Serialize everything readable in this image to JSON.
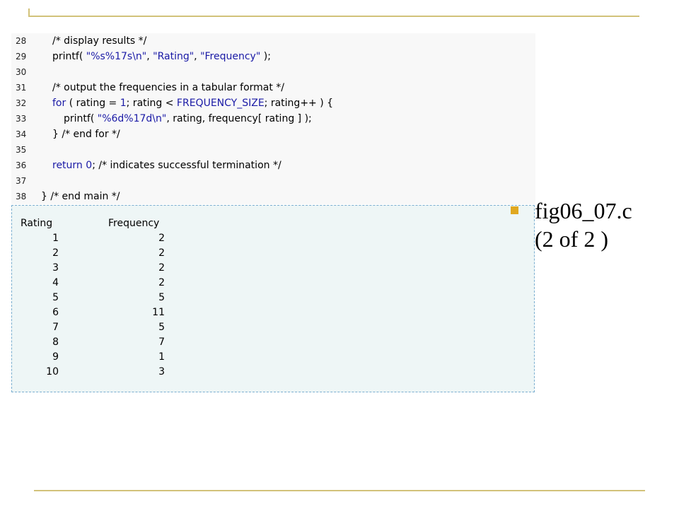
{
  "code_lines": [
    {
      "num": "28",
      "parts": [
        [
          "cm",
          "/* display results */"
        ]
      ],
      "indent": 1
    },
    {
      "num": "29",
      "parts": [
        [
          "",
          "printf( "
        ],
        [
          "str",
          "\"%s%17s\\n\""
        ],
        [
          "",
          ", "
        ],
        [
          "str",
          "\"Rating\""
        ],
        [
          "",
          ", "
        ],
        [
          "str",
          "\"Frequency\""
        ],
        [
          "",
          " );"
        ]
      ],
      "indent": 1
    },
    {
      "num": "30",
      "parts": [],
      "indent": 0
    },
    {
      "num": "31",
      "parts": [
        [
          "cm",
          "/* output the frequencies in a tabular format */"
        ]
      ],
      "indent": 1
    },
    {
      "num": "32",
      "parts": [
        [
          "kw",
          "for"
        ],
        [
          "",
          " ( rating = "
        ],
        [
          "num",
          "1"
        ],
        [
          "",
          "; rating < "
        ],
        [
          "const",
          "FREQUENCY_SIZE"
        ],
        [
          "",
          "; rating++ ) {"
        ]
      ],
      "indent": 1
    },
    {
      "num": "33",
      "parts": [
        [
          "",
          "printf( "
        ],
        [
          "str",
          "\"%6d%17d\\n\""
        ],
        [
          "",
          ", rating, frequency[ rating ] );"
        ]
      ],
      "indent": 2
    },
    {
      "num": "34",
      "parts": [
        [
          "",
          "} "
        ],
        [
          "cm",
          "/* end for */"
        ]
      ],
      "indent": 1
    },
    {
      "num": "35",
      "parts": [],
      "indent": 0
    },
    {
      "num": "36",
      "parts": [
        [
          "kw",
          "return"
        ],
        [
          "",
          " "
        ],
        [
          "num",
          "0"
        ],
        [
          "",
          "; "
        ],
        [
          "cm",
          "/* indicates successful termination */"
        ]
      ],
      "indent": 1
    },
    {
      "num": "37",
      "parts": [],
      "indent": 0
    },
    {
      "num": "38",
      "parts": [
        [
          "",
          "} "
        ],
        [
          "cm",
          "/* end main */"
        ]
      ],
      "indent": 0
    }
  ],
  "output": {
    "header_rating": "Rating",
    "header_frequency": "Frequency",
    "rows": [
      {
        "rating": "1",
        "frequency": "2"
      },
      {
        "rating": "2",
        "frequency": "2"
      },
      {
        "rating": "3",
        "frequency": "2"
      },
      {
        "rating": "4",
        "frequency": "2"
      },
      {
        "rating": "5",
        "frequency": "5"
      },
      {
        "rating": "6",
        "frequency": "11"
      },
      {
        "rating": "7",
        "frequency": "5"
      },
      {
        "rating": "8",
        "frequency": "7"
      },
      {
        "rating": "9",
        "frequency": "1"
      },
      {
        "rating": "10",
        "frequency": "3"
      }
    ]
  },
  "caption": {
    "line1": "fig06_07.c",
    "line2": "(2 of 2 )"
  },
  "colors": {
    "rule": "#d2c27a",
    "bullet": "#e0a820",
    "keyword": "#1a1aa6"
  }
}
